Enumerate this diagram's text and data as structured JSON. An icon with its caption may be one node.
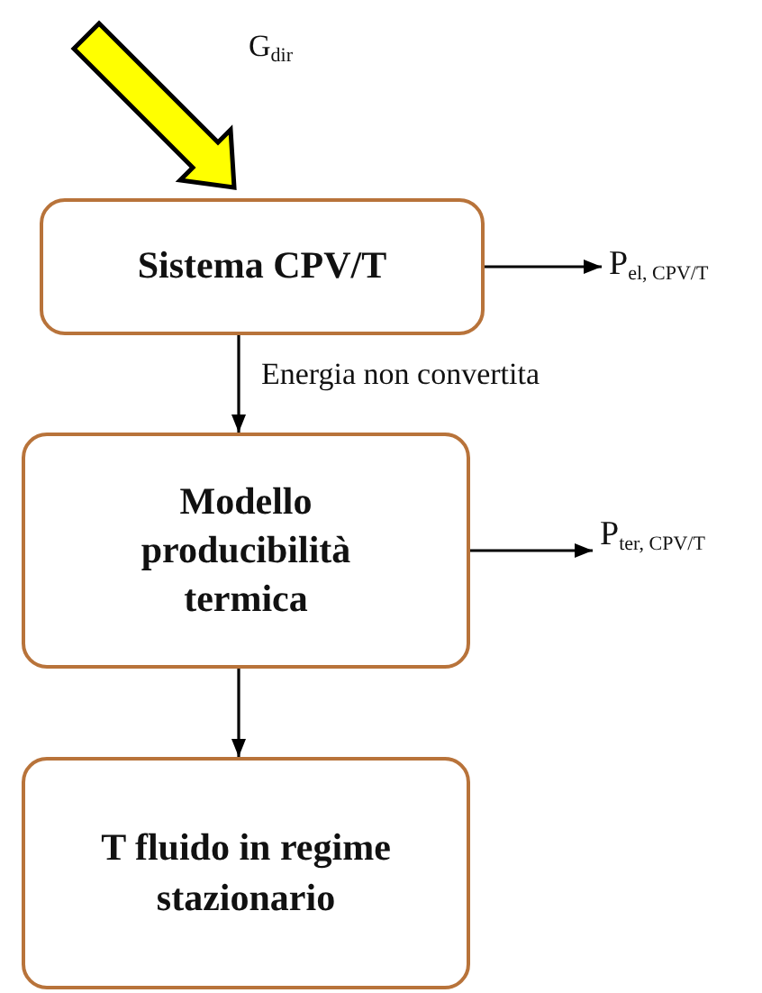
{
  "diagram": {
    "nodes": [
      {
        "text": [
          "Sistema CPV/T"
        ]
      },
      {
        "text": [
          "P$_{el, CPV/T}$"
        ]
      },
      {
        "text": [
          "Modello producibilità termica"
        ]
      },
      {
        "text": [
          "P$_{ter, CPV/T}$"
        ]
      },
      {
        "text": [
          "T fluido in regime stazionario"
        ]
      }
    ],
    "edges": [
      {
        "from": null,
        "to": 0,
        "arrow": "to",
        "label": "G$_{dir}$",
        "style": "thick",
        "color": "#ffff00"
      },
      {
        "from": 0,
        "to": 1,
        "arrow": "to"
      },
      {
        "from": 0,
        "to": 2,
        "arrow": "to",
        "label": "Energia non convertita"
      },
      {
        "from": 2,
        "to": 3,
        "arrow": "to"
      },
      {
        "from": 2,
        "to": 4,
        "arrow": "to"
      }
    ]
  }
}
